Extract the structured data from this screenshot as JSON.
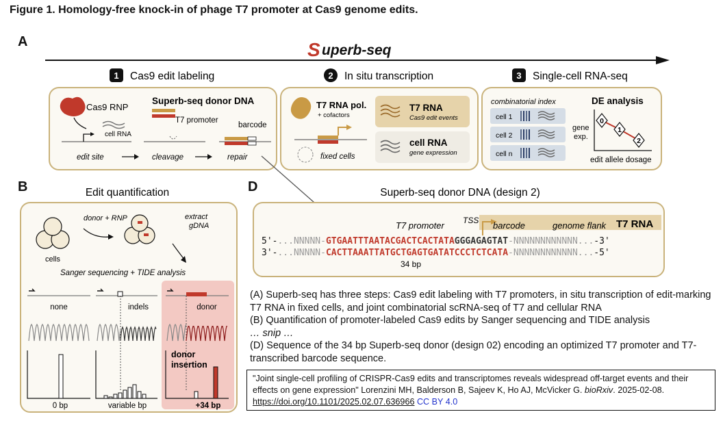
{
  "figure_title": "Figure 1. Homology-free knock-in of phage T7 promoter at Cas9 genome edits.",
  "panel_a": {
    "letter": "A",
    "logo_text": "Superb-seq",
    "logo_initial": "S",
    "logo_rest": "uperb-seq",
    "steps": [
      {
        "num": "1",
        "label": "Cas9 edit labeling"
      },
      {
        "num": "2",
        "label": "In situ transcription"
      },
      {
        "num": "3",
        "label": "Single-cell RNA-seq"
      }
    ],
    "box1": {
      "rnp": "Cas9 RNP",
      "donor_title": "Superb-seq donor DNA",
      "cell_rna": "cell RNA",
      "t7_promoter": "T7 promoter",
      "barcode": "barcode",
      "edit_site": "edit site",
      "cleavage": "cleavage",
      "repair": "repair"
    },
    "box2": {
      "pol": "T7 RNA pol.",
      "cofactors": "+ cofactors",
      "fixed_cells": "fixed cells",
      "t7rna": "T7 RNA",
      "t7rna_sub": "Cas9 edit events",
      "cellrna": "cell RNA",
      "cellrna_sub": "gene expression"
    },
    "box3": {
      "combinatorial": "combinatorial index",
      "cells": [
        "cell 1",
        "cell 2",
        "cell n"
      ],
      "de": "DE analysis",
      "gene": "gene",
      "exp": "exp.",
      "xaxis": "edit allele dosage",
      "points": [
        "0",
        "1",
        "2"
      ]
    }
  },
  "panel_b": {
    "letter": "B",
    "title": "Edit quantification",
    "donor_rnp": "donor + RNP",
    "cells": "cells",
    "extract": "extract",
    "gdna": "gDNA",
    "sanger": "Sanger sequencing + TIDE analysis",
    "cols": [
      "none",
      "indels",
      "donor"
    ],
    "donor_insertion": "donor insertion",
    "donor_insertion_1": "donor",
    "donor_insertion_2": "insertion",
    "axis": [
      "0 bp",
      "variable bp",
      "+34 bp"
    ]
  },
  "panel_d": {
    "letter": "D",
    "title": "Superb-seq donor DNA (design 2)",
    "t7_promoter": "T7 promoter",
    "tss": "TSS",
    "barcode": "barcode",
    "genome_flank": "genome flank",
    "t7rna": "T7 RNA",
    "top_prefix": "5'-",
    "top_n1": "...NNNNN-",
    "top_red": "GTGAATTTAATACGACTCACTATA",
    "top_bc": "GGGAGAGTAT",
    "top_n2": "-NNNNNNNNNNNN...",
    "top_suffix": "-3'",
    "bot_prefix": "3'-",
    "bot_n1": "...NNNNN-",
    "bot_red": "CACTTAAATTATGCTGAGTGATATCCCTCTCATA",
    "bot_n2": "-NNNNNNNNNNNN...",
    "bot_suffix": "-5'",
    "bp": "34 bp"
  },
  "caption": {
    "a": "(A) Superb-seq has three steps: Cas9 edit labeling with T7 promoters, in situ transcription of edit-marking T7 RNA in fixed cells, and joint combinatorial scRNA-seq of T7 and cellular RNA",
    "b": "(B) Quantification of promoter-labeled Cas9 edits by Sanger sequencing and TIDE analysis",
    "snip": "… snip …",
    "d": "(D) Sequence of the 34 bp Superb-seq donor (design 02) encoding an optimized T7 promoter and T7-transcribed barcode sequence."
  },
  "citation": {
    "text_before": "\"Joint single-cell profiling of CRISPR-Cas9 edits and transcriptomes reveals widespread off-target events and their effects on gene expression\" Lorenzini MH, Balderson B, Sajeev K, Ho AJ, McVicker G. ",
    "journal": "bioRxiv",
    "text_after": ". 2025-02-08.",
    "doi": "https://doi.org/10.1101/2025.02.07.636966",
    "license": "CC BY 4.0"
  },
  "colors": {
    "accent_red": "#c0392b",
    "box_border": "#c9b27a",
    "tan": "#e6d3aa",
    "blue_grey": "#d5dde6",
    "donor_bg": "#f3c9c3"
  }
}
